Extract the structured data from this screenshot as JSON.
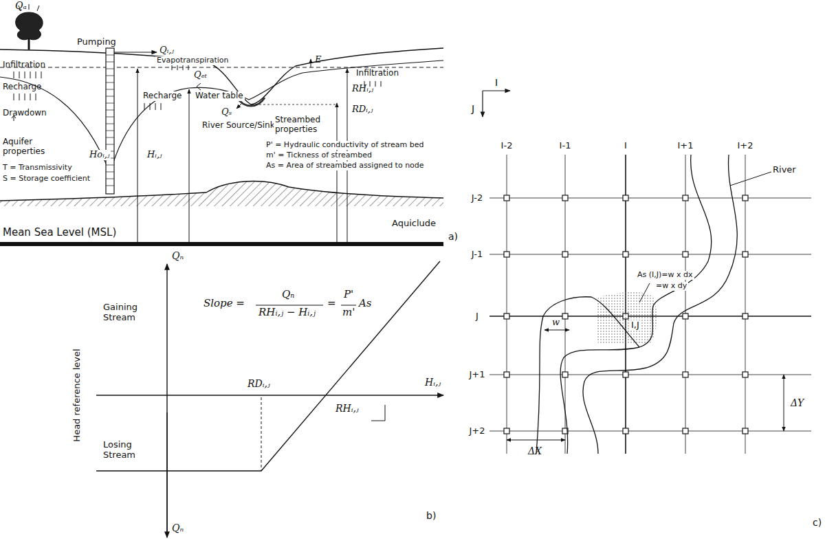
{
  "diagram": {
    "labels": [
      "Qₐ",
      "Pumping",
      "Evapotranspiration",
      "Infiltration",
      "Qᵢ,ⱼ",
      "Qₑₜ",
      "E",
      "Infiltration",
      "Recharge",
      "Recharge",
      "Water table",
      "Drawdown",
      "Qₛ",
      "River Source/Sink",
      "Streambed properties",
      "RHᵢ,ⱼ",
      "RDᵢ,ⱼ",
      "Hoᵢ,ⱼ",
      "Hᵢ,ⱼ",
      "Aquifer properties",
      "T = Transmissivity",
      "S = Storage coefficient",
      "P' = Hydraulic conductivity of stream bed",
      "m' = Tickness of streambed",
      "As = Area of streambed assigned to node",
      "Mean Sea Level (MSL)",
      "Aquiclude",
      "a)",
      "Qₙ",
      "Gaining Stream",
      "Slope =",
      "Qₙ",
      "RHᵢ,ⱼ − Hᵢ,ⱼ",
      "=",
      "P'",
      "m'",
      "As",
      "Head reference level",
      "RDᵢ,ⱼ",
      "Hᵢ,ⱼ",
      "RHᵢ,ⱼ",
      "Losing Stream",
      "Qₙ",
      "b)",
      "I",
      "J",
      "I-2",
      "I-1",
      "I",
      "I+1",
      "I+2",
      "J-2",
      "J-1",
      "J",
      "J+1",
      "J+2",
      "River",
      "As (I,J)=w x dx",
      "=w x dy",
      "w",
      "I,J",
      "ΔY",
      "ΔX",
      "c)"
    ]
  }
}
